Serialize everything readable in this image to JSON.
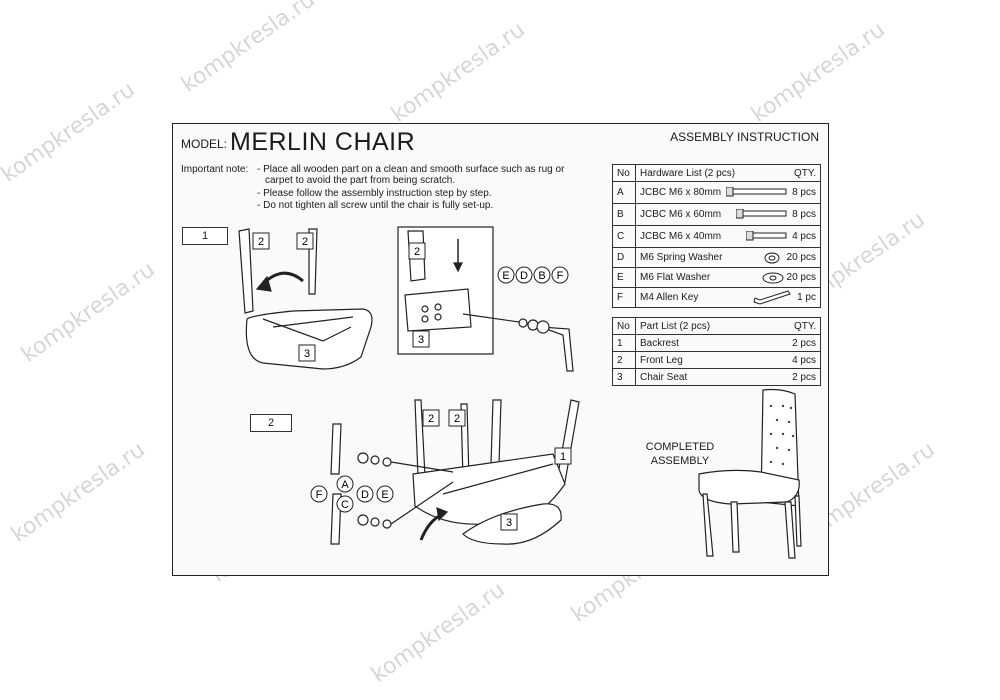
{
  "header": {
    "model_label": "MODEL:",
    "model_name": "MERLIN CHAIR",
    "title": "ASSEMBLY INSTRUCTION"
  },
  "notes": {
    "label": "Important note:",
    "lines": [
      "- Place all wooden part on a clean and smooth surface such as rug or",
      "  carpet to avoid the part from being scratch.",
      "- Please follow the assembly instruction step by step.",
      "- Do not tighten all screw until the chair is fully set-up."
    ]
  },
  "hardware": {
    "headers": [
      "No",
      "Hardware List (2 pcs)",
      "QTY."
    ],
    "rows": [
      {
        "no": "A",
        "name": "JCBC M6 x 80mm",
        "qty": "8 pcs",
        "icon": "long-bolt-icon"
      },
      {
        "no": "B",
        "name": "JCBC M6 x 60mm",
        "qty": "8 pcs",
        "icon": "medium-bolt-icon"
      },
      {
        "no": "C",
        "name": "JCBC M6 x 40mm",
        "qty": "4 pcs",
        "icon": "short-bolt-icon"
      },
      {
        "no": "D",
        "name": "M6 Spring Washer",
        "qty": "20 pcs",
        "icon": "spring-washer-icon"
      },
      {
        "no": "E",
        "name": "M6 Flat Washer",
        "qty": "20 pcs",
        "icon": "flat-washer-icon"
      },
      {
        "no": "F",
        "name": "M4 Allen Key",
        "qty": "1 pc",
        "icon": "allen-key-icon"
      }
    ]
  },
  "parts": {
    "headers": [
      "No",
      "Part List (2 pcs)",
      "QTY."
    ],
    "rows": [
      {
        "no": "1",
        "name": "Backrest",
        "qty": "2 pcs"
      },
      {
        "no": "2",
        "name": "Front Leg",
        "qty": "4 pcs"
      },
      {
        "no": "3",
        "name": "Chair Seat",
        "qty": "2 pcs"
      }
    ]
  },
  "steps": {
    "step1": "1",
    "step2": "2"
  },
  "callouts": {
    "leg": "2",
    "seat": "3",
    "backrest": "1",
    "a": "A",
    "b": "B",
    "c": "C",
    "d": "D",
    "e": "E",
    "f": "F"
  },
  "completed": "COMPLETED ASSEMBLY",
  "watermark": "kompkresla.ru"
}
